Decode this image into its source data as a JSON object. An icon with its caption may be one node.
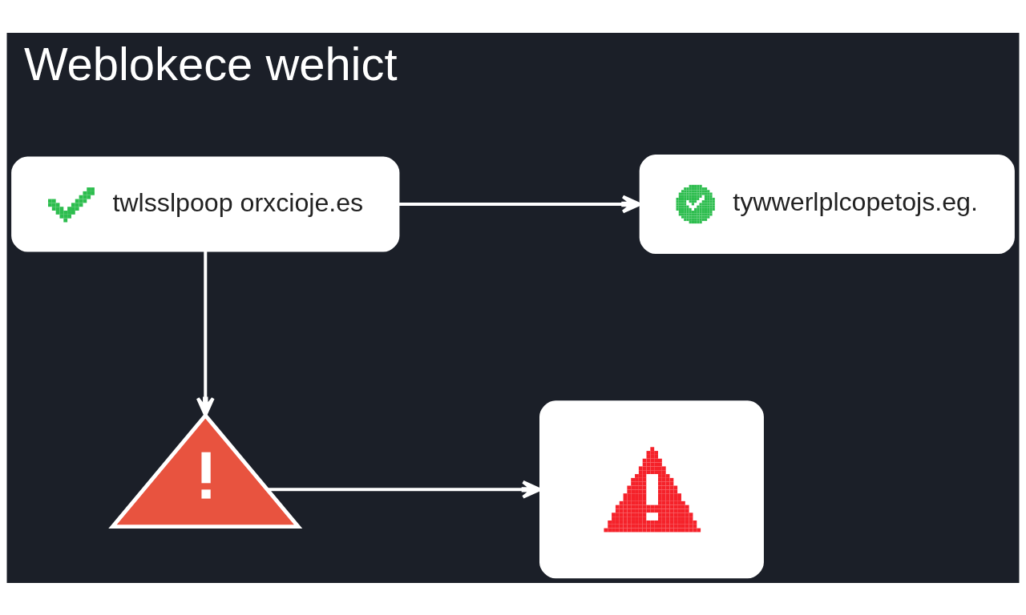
{
  "diagram": {
    "title": "Weblokece wehict",
    "nodes": [
      {
        "text": [
          "twlsslpoop orxcioje.es"
        ]
      },
      {
        "text": [
          "tywwerlplcopetojs.eg."
        ]
      },
      {
        "text": [],
        "shape": "triangle"
      },
      {
        "text": [],
        "shape": "box"
      }
    ],
    "edges": [
      {
        "from": 0,
        "to": 1,
        "arrow": "to"
      },
      {
        "from": 0,
        "to": 2,
        "arrow": "to"
      },
      {
        "from": 2,
        "to": 3,
        "arrow": "to"
      }
    ]
  }
}
